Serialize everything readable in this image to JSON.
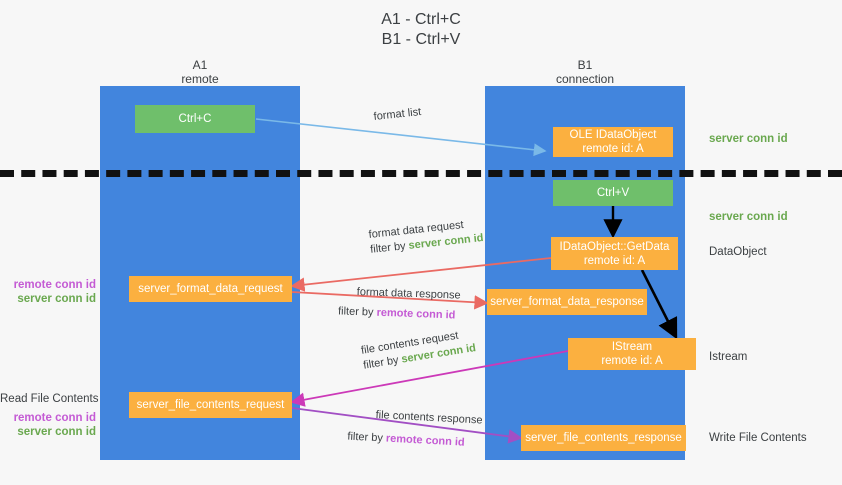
{
  "title": {
    "line1": "A1 - Ctrl+C",
    "line2": "B1 - Ctrl+V"
  },
  "columns": [
    {
      "name": "A1",
      "sub": "remote"
    },
    {
      "name": "B1",
      "sub": "connection"
    }
  ],
  "nodes": {
    "ctrl_c": {
      "label": "Ctrl+C"
    },
    "ctrl_v": {
      "label": "Ctrl+V"
    },
    "ole_dataobject": {
      "line1": "OLE IDataObject",
      "line2": "remote id: A"
    },
    "get_data": {
      "line1": "IDataObject::GetData",
      "line2": "remote id: A"
    },
    "istream": {
      "line1": "IStream",
      "line2": "remote id: A"
    },
    "format_data_request": {
      "label": "server_format_data_request"
    },
    "format_data_response": {
      "label": "server_format_data_response"
    },
    "file_contents_request": {
      "label": "server_file_contents_request"
    },
    "file_contents_response": {
      "label": "server_file_contents_response"
    }
  },
  "edges": {
    "format_list": {
      "label": "format list"
    },
    "format_data_request": {
      "label": "format data request",
      "filter_prefix": "filter by ",
      "filter_key": "server conn id"
    },
    "format_data_response": {
      "label": "format data response",
      "filter_prefix": "filter by ",
      "filter_key": "remote conn id"
    },
    "file_contents_request": {
      "label": "file contents request",
      "filter_prefix": "filter by ",
      "filter_key": "server conn id"
    },
    "file_contents_response": {
      "label": "file contents response",
      "filter_prefix": "filter by ",
      "filter_key": "remote conn id"
    }
  },
  "side_labels": {
    "right_server_conn_id_top": "server conn id",
    "right_server_conn_id_mid": "server conn id",
    "right_dataobject": "DataObject",
    "right_istream": "Istream",
    "right_write_file_contents": "Write File Contents",
    "left_remote_conn_id_1": "remote conn id",
    "left_server_conn_id_1": "server conn id",
    "left_read_file_contents": "Read File Contents",
    "left_remote_conn_id_2": "remote conn id",
    "left_server_conn_id_2": "server conn id"
  },
  "colors": {
    "lane": "#4285dd",
    "green_node": "#6fbf6b",
    "orange_node": "#fbb040",
    "server_conn_id": "#6aa84f",
    "remote_conn_id": "#c45bd4",
    "red_arrow": "#ea6a63",
    "magenta_arrow": "#cc39b8",
    "purple_arrow": "#a24fc4",
    "blue_arrow": "#7ab9e8",
    "black_arrow": "#000000",
    "background": "#f7f7f7"
  }
}
